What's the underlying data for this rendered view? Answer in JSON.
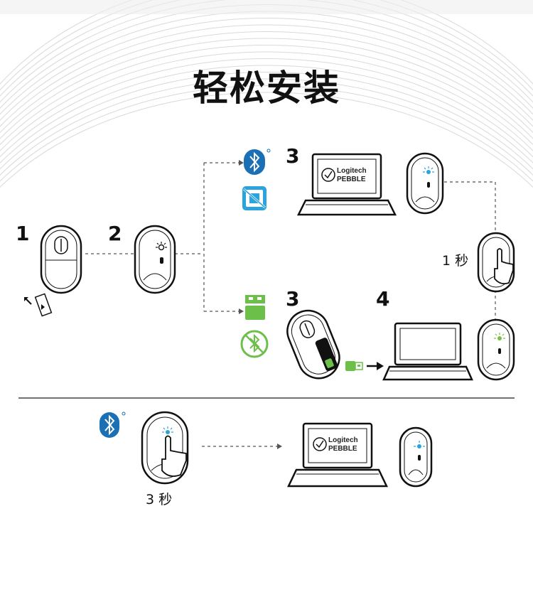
{
  "title": "轻松安装",
  "steps": {
    "s1": "1",
    "s2": "2",
    "s3_top": "3",
    "s3_bottom": "3",
    "s4": "4"
  },
  "hold_labels": {
    "right": "1 秒",
    "bottom": "3 秒"
  },
  "screen_text": {
    "line1": "Logitech",
    "line2": "PEBBLE"
  },
  "colors": {
    "bluetooth_blue": "#1a6fb5",
    "receiver_green": "#6cc04a",
    "led_blue": "#2ba3dc",
    "led_green": "#7ac143",
    "ink": "#111111"
  },
  "icons": [
    "bluetooth-icon",
    "no-receiver-icon",
    "usb-receiver-icon",
    "no-bluetooth-icon",
    "laptop-icon",
    "mouse-icon",
    "finger-press-icon",
    "arrow-icon"
  ]
}
